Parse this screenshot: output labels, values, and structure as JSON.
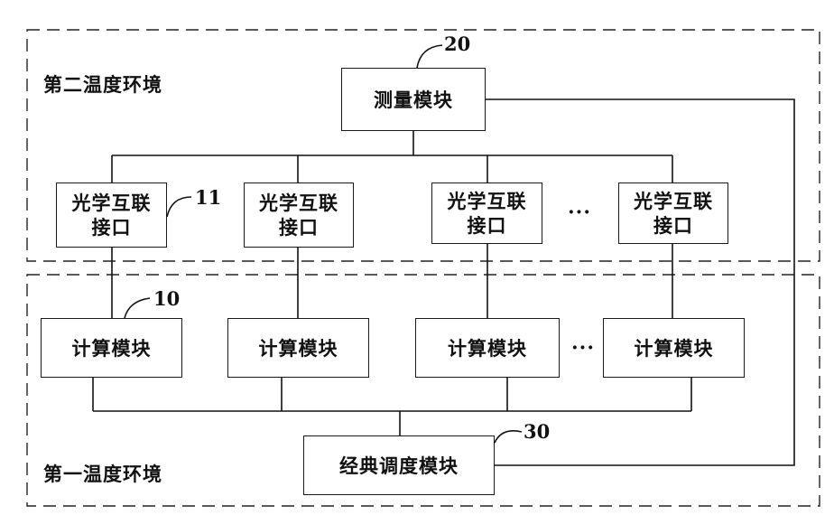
{
  "regions": {
    "second_env": "第二温度环境",
    "first_env": "第一温度环境"
  },
  "measurement": {
    "label": "测量模块",
    "ref": "20"
  },
  "optical": {
    "line1": "光学互联",
    "line2": "接口",
    "ref": "11"
  },
  "compute": {
    "label": "计算模块",
    "ref": "10"
  },
  "scheduler": {
    "label": "经典调度模块",
    "ref": "30"
  },
  "ellipsis": "···"
}
